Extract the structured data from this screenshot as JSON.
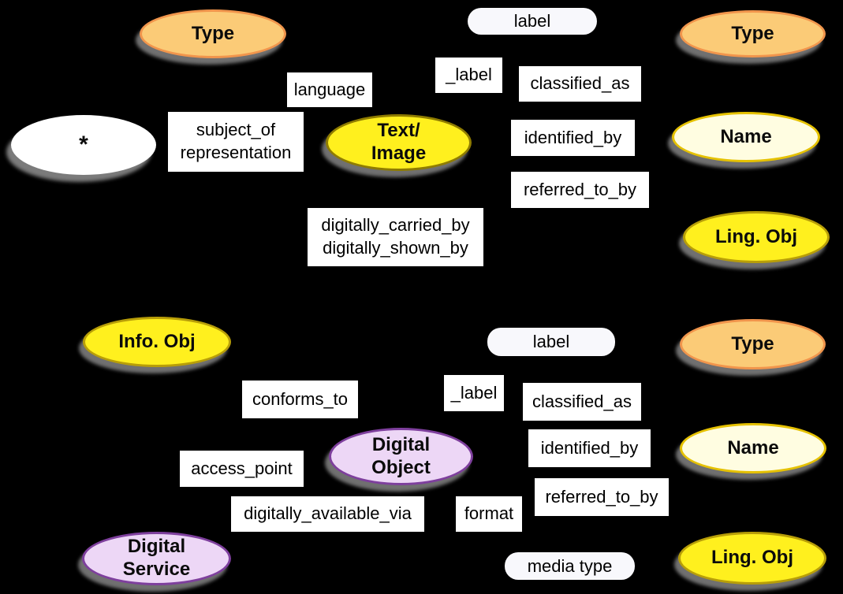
{
  "diagram_title": "linked-data model diagram (two node clusters with property labels)",
  "palette": {
    "background": "#000000",
    "orange_fill": "#FBCB77",
    "orange_stroke": "#F1954C",
    "yellow_fill": "#FFF01E",
    "yellow_stroke": "#A58F00",
    "pale_yellow_fill": "#FFFDE1",
    "pale_yellow_stroke": "#E5C100",
    "purple_fill": "#EDD7F6",
    "purple_stroke": "#7E3F9D",
    "white_fill": "#FFFFFF",
    "pill_fill": "#F8F8FC",
    "label_bg": "#FFFFFF",
    "text": "#000000",
    "shadow": "#787878"
  },
  "nodes": [
    {
      "id": "type-top-left",
      "label": "Type",
      "fill": "#FBCB77",
      "stroke": "#F1954C"
    },
    {
      "id": "type-top-right",
      "label": "Type",
      "fill": "#FBCB77",
      "stroke": "#F1954C"
    },
    {
      "id": "star",
      "label": "*",
      "fill": "#FFFFFF",
      "stroke": "#FFFFFF"
    },
    {
      "id": "text-image",
      "label": "Text/\nImage",
      "fill": "#FFF01E",
      "stroke": "#8F7C00"
    },
    {
      "id": "name-1",
      "label": "Name",
      "fill": "#FFFDE1",
      "stroke": "#E5C100"
    },
    {
      "id": "ling-obj-1",
      "label": "Ling. Obj",
      "fill": "#FFF01E",
      "stroke": "#B89E08"
    },
    {
      "id": "info-obj",
      "label": "Info. Obj",
      "fill": "#FFF01E",
      "stroke": "#B89E08"
    },
    {
      "id": "type-right-2",
      "label": "Type",
      "fill": "#FBCB77",
      "stroke": "#F1954C"
    },
    {
      "id": "digital-object",
      "label": "Digital\nObject",
      "fill": "#EDD7F6",
      "stroke": "#7E3F9D"
    },
    {
      "id": "name-2",
      "label": "Name",
      "fill": "#FFFDE1",
      "stroke": "#E5C100"
    },
    {
      "id": "digital-service",
      "label": "Digital\nService",
      "fill": "#EDD7F6",
      "stroke": "#7E3F9D"
    },
    {
      "id": "ling-obj-2",
      "label": "Ling. Obj",
      "fill": "#FFF01E",
      "stroke": "#B89E08"
    }
  ],
  "properties": [
    {
      "id": "language",
      "text": "language"
    },
    {
      "id": "subject-of",
      "text": "subject_of\nrepresentation"
    },
    {
      "id": "label-prop-1",
      "text": "_label"
    },
    {
      "id": "classified-as-1",
      "text": "classified_as"
    },
    {
      "id": "identified-by-1",
      "text": "identified_by"
    },
    {
      "id": "referred-to-by-1",
      "text": "referred_to_by"
    },
    {
      "id": "digitally-carried-shown",
      "text": "digitally_carried_by\ndigitally_shown_by"
    },
    {
      "id": "conforms-to",
      "text": "conforms_to"
    },
    {
      "id": "label-prop-2",
      "text": "_label"
    },
    {
      "id": "classified-as-2",
      "text": "classified_as"
    },
    {
      "id": "identified-by-2",
      "text": "identified_by"
    },
    {
      "id": "referred-to-by-2",
      "text": "referred_to_by"
    },
    {
      "id": "access-point",
      "text": "access_point"
    },
    {
      "id": "digitally-available-via",
      "text": "digitally_available_via"
    },
    {
      "id": "format",
      "text": "format"
    }
  ],
  "pills": [
    {
      "id": "literal-label-1",
      "text": "label"
    },
    {
      "id": "literal-label-2",
      "text": "label"
    },
    {
      "id": "literal-media-type",
      "text": "media type"
    }
  ]
}
